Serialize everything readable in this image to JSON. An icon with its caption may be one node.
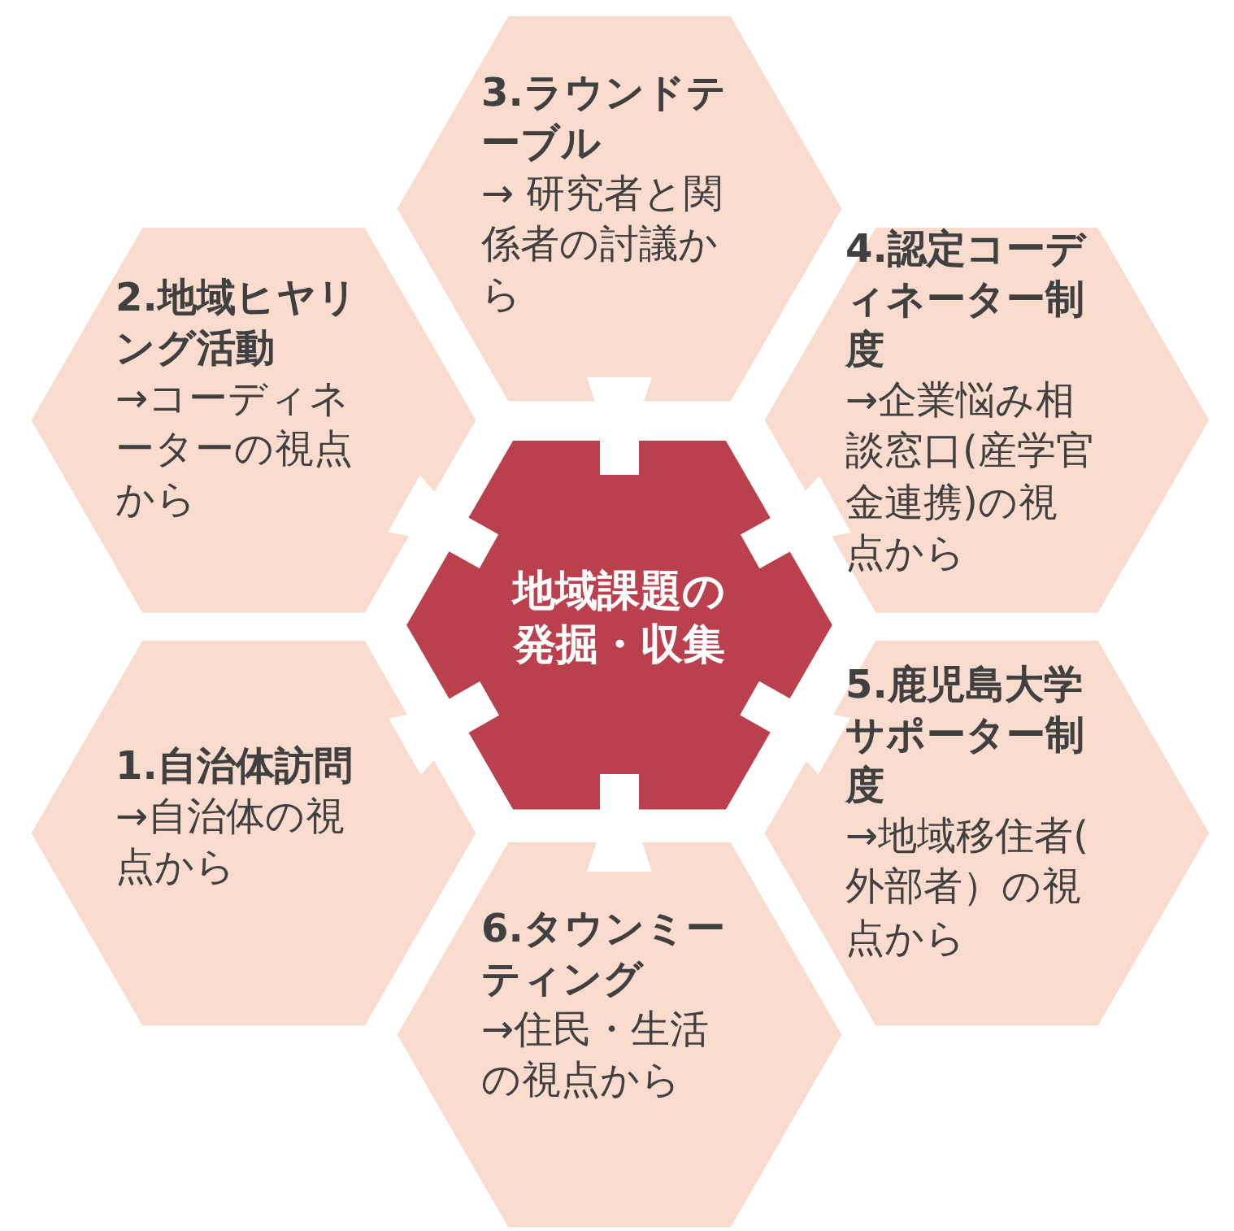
{
  "diagram": {
    "nodes": [
      {
        "text": [
          "地域課題の発掘・収集"
        ]
      },
      {
        "text": [
          "1.自治体訪問",
          "→自治体の視点から"
        ]
      },
      {
        "text": [
          "2.地域ヒヤリング活動",
          "→コーディネーターの視点から"
        ]
      },
      {
        "text": [
          "3.ラウンドテーブル",
          "→ 研究者と関係者の討議から"
        ]
      },
      {
        "text": [
          "4.認定コーディネーター制度",
          "→企業悩み相談窓口(産学官金連携)の視点から"
        ]
      },
      {
        "text": [
          "5.鹿児島大学サポーター制度",
          "→地域移住者(外部者）の視点から"
        ]
      },
      {
        "text": [
          "6.タウンミーティング",
          "→住民・生活の視点から"
        ]
      }
    ],
    "edges": [
      {
        "from": 1,
        "to": 0,
        "arrow": "to"
      },
      {
        "from": 2,
        "to": 0,
        "arrow": "to"
      },
      {
        "from": 3,
        "to": 0,
        "arrow": "to"
      },
      {
        "from": 4,
        "to": 0,
        "arrow": "to"
      },
      {
        "from": 5,
        "to": 0,
        "arrow": "to"
      },
      {
        "from": 6,
        "to": 0,
        "arrow": "to"
      }
    ]
  }
}
